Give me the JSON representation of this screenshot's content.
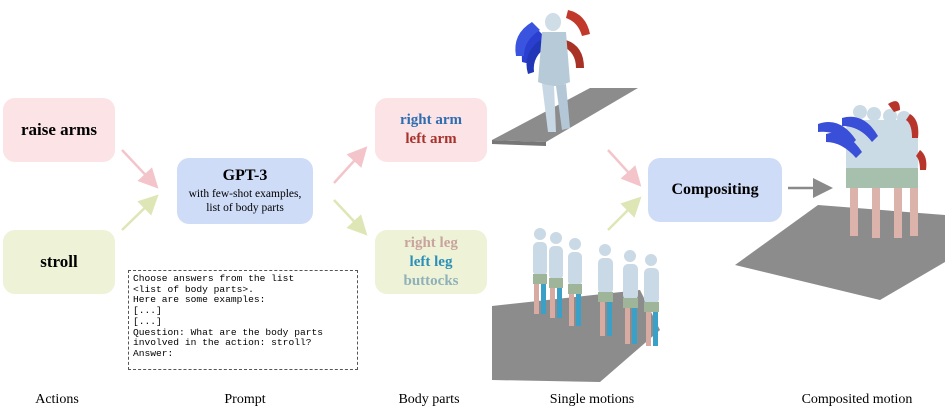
{
  "actions": [
    {
      "label": "raise arms"
    },
    {
      "label": "stroll"
    }
  ],
  "gpt": {
    "title": "GPT-3",
    "subtitle_line1": "with few-shot examples,",
    "subtitle_line2": "list of body parts"
  },
  "body_parts": {
    "arms": [
      {
        "label": "right arm",
        "color": "#2e6db0"
      },
      {
        "label": "left arm",
        "color": "#a8322b"
      }
    ],
    "legs": [
      {
        "label": "right leg",
        "color": "#c9a49d"
      },
      {
        "label": "left leg",
        "color": "#2b8fb7"
      },
      {
        "label": "buttocks",
        "color": "#8fb1b9"
      }
    ]
  },
  "compositing": {
    "label": "Compositing"
  },
  "prompt_text": "Choose answers from the list\n<list of body parts>.\nHere are some examples:\n[...]\n[...]\nQuestion: What are the body parts\ninvolved in the action: stroll?\nAnswer:",
  "stage_labels": [
    "Actions",
    "Prompt",
    "Body parts",
    "Single motions",
    "Composited motion"
  ],
  "colors": {
    "pink_box": "#fbe3e6",
    "green_box": "#eef2d6",
    "blue_box": "#cfdcf7",
    "arrow_pink": "#f3c5cb",
    "arrow_green": "#dfe6b5",
    "arrow_gray": "#8a8a8a"
  }
}
